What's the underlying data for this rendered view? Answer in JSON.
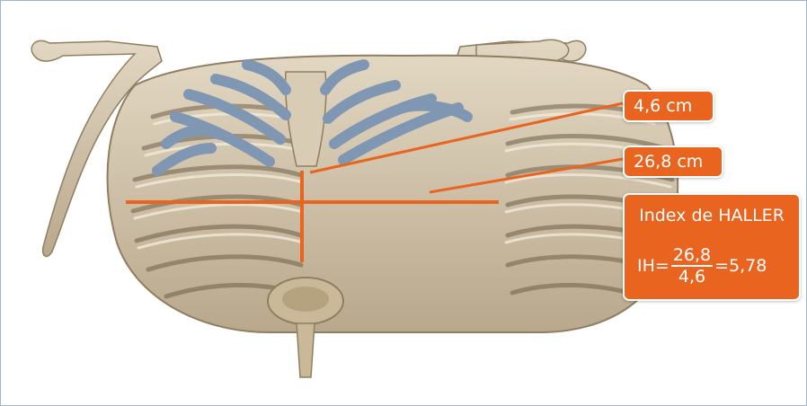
{
  "measurements": {
    "anteroposterior": "4,6 cm",
    "transverse": "26,8 cm"
  },
  "haller_index": {
    "title": "Index de HALLER",
    "prefix": "IH=",
    "numerator": "26,8",
    "denominator": "4,6",
    "result": "=5,78"
  },
  "colors": {
    "accent": "#e8641f",
    "bone": "#cdbfa5",
    "cartilage": "#7f97b3",
    "frame": "#9fb7cc"
  }
}
